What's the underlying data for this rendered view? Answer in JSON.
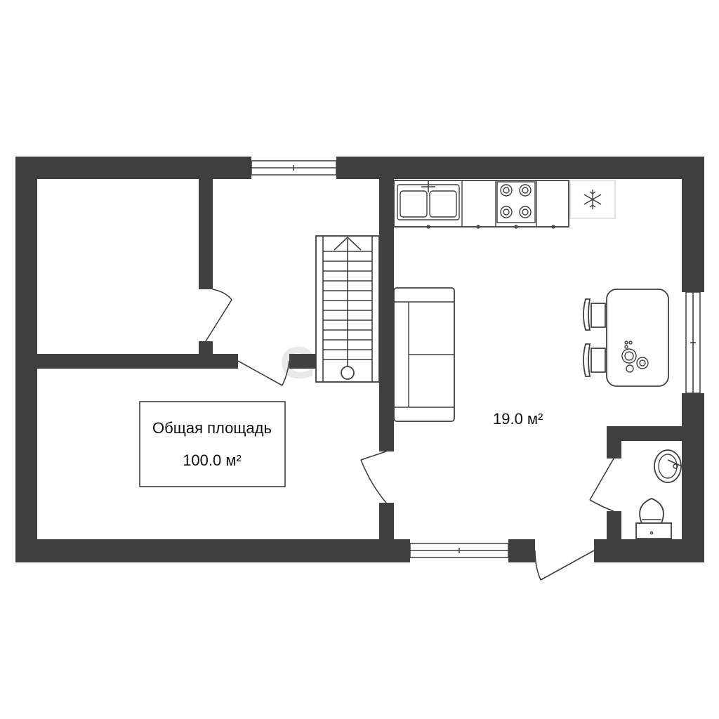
{
  "plan": {
    "total_area_label": "Общая площадь",
    "total_area_value": "100.0 м²",
    "kitchen_area": "19.0 м²",
    "watermark": "elagi"
  },
  "colors": {
    "wall": "#3f3f3f",
    "background": "#ffffff",
    "watermark": "#e9e9e9"
  },
  "icons": {
    "freezer": "snowflake-icon"
  }
}
